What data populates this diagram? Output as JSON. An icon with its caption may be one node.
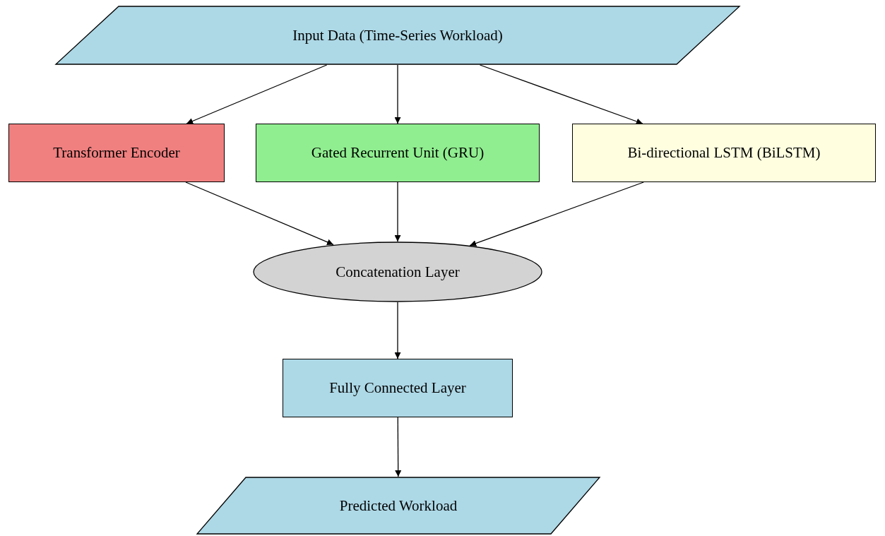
{
  "diagram": {
    "nodes": [
      {
        "text": [
          "Input Data (Time-Series Workload)"
        ]
      },
      {
        "text": [
          "Transformer Encoder"
        ]
      },
      {
        "text": [
          "Gated Recurrent Unit (GRU)"
        ]
      },
      {
        "text": [
          "Bi-directional LSTM (BiLSTM)"
        ]
      },
      {
        "text": [
          "Concatenation Layer"
        ]
      },
      {
        "text": [
          "Fully Connected Layer"
        ]
      },
      {
        "text": [
          "Predicted Workload"
        ]
      }
    ],
    "edges": [
      {
        "from": 0,
        "to": 1,
        "arrow": "to"
      },
      {
        "from": 0,
        "to": 2,
        "arrow": "to"
      },
      {
        "from": 0,
        "to": 3,
        "arrow": "to"
      },
      {
        "from": 1,
        "to": 4,
        "arrow": "to"
      },
      {
        "from": 2,
        "to": 4,
        "arrow": "to"
      },
      {
        "from": 3,
        "to": 4,
        "arrow": "to"
      },
      {
        "from": 4,
        "to": 5,
        "arrow": "to"
      },
      {
        "from": 5,
        "to": 6,
        "arrow": "to"
      }
    ]
  }
}
